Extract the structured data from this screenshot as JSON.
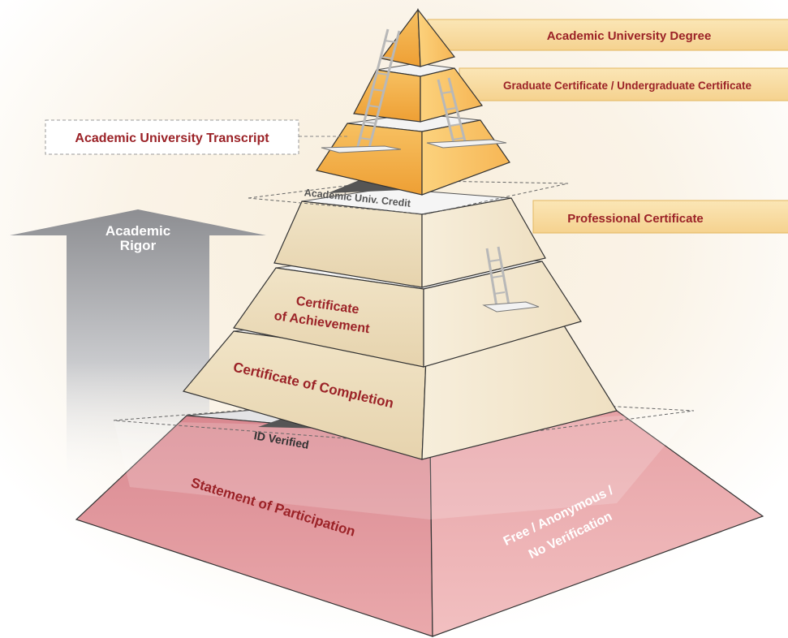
{
  "left_labels": {
    "transcript": "Academic University Transcript",
    "rigor_line1": "Academic",
    "rigor_line2": "Rigor"
  },
  "right_labels": {
    "degree": "Academic University Degree",
    "graduate": "Graduate Certificate / Undergraduate Certificate",
    "professional": "Professional Certificate"
  },
  "gates": {
    "credit": "Academic Univ. Credit",
    "id": "ID Verified"
  },
  "tiers": {
    "achievement_line1": "Certificate",
    "achievement_line2": "of Achievement",
    "completion": "Certificate of Completion",
    "participation": "Statement of Participation",
    "free_line1": "Free / Anonymous /",
    "free_line2": "No Verification"
  },
  "colors": {
    "banner_fill": "#f8dca0",
    "banner_stroke": "#e3b760",
    "gold_left": "#f0b14d",
    "gold_right": "#fbcd73",
    "beige_left": "#ecdcba",
    "beige_right": "#f5ead4",
    "pink_left": "#e7a0a4",
    "pink_right": "#eeb4b6",
    "label_red": "#9b2227",
    "arrow_gray": "#8b8c90"
  }
}
